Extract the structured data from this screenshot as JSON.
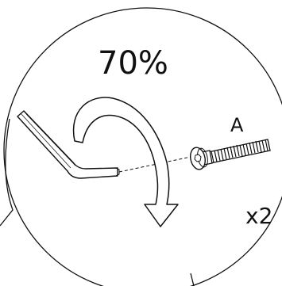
{
  "instruction": {
    "turn_amount": "70%",
    "part_label": "A",
    "quantity": "x2"
  },
  "icons": {
    "tool": "allen-key-icon",
    "motion": "clockwise-rotation-arrow-icon",
    "fastener": "hex-socket-bolt-icon"
  },
  "colors": {
    "line": "#111111",
    "arrow_fill": "#ffffff",
    "background": "#ffffff"
  }
}
